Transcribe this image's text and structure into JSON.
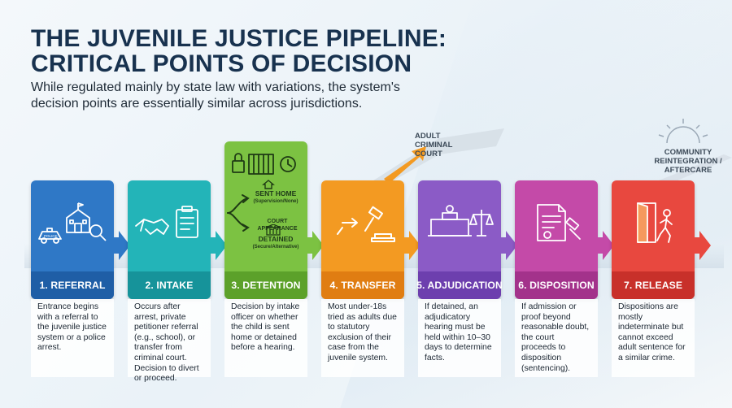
{
  "header": {
    "title_line1": "THE JUVENILE JUSTICE PIPELINE:",
    "title_line2": "CRITICAL POINTS OF DECISION",
    "subtitle": "While regulated mainly by state law with variations, the system's decision points are essentially similar across jurisdictions."
  },
  "branches": {
    "adult_court": "ADULT CRIMINAL COURT",
    "community": "COMMUNITY REINTEGRATION / AFTERCARE"
  },
  "detention_detail": {
    "sent_home": "SENT HOME",
    "sent_home_sub": "(Supervision/None)",
    "court_appearance": "COURT APPEARANCE",
    "detained": "DETAINED",
    "detained_sub": "(Secure/Alternative)"
  },
  "referral_icon_text": "POLICE",
  "stages": [
    {
      "label": "1. REFERRAL",
      "color": "#2f78c6",
      "dark": "#1f5ea6",
      "desc": "Entrance begins with a referral to the juvenile justice system or a police arrest.",
      "icon": "police-car-school-icon"
    },
    {
      "label": "2. INTAKE",
      "color": "#23b4b8",
      "dark": "#16939a",
      "desc": "Occurs after arrest, private petitioner referral (e.g., school), or transfer from criminal court. Decision to divert or proceed.",
      "icon": "handshake-clipboard-icon"
    },
    {
      "label": "3. DETENTION",
      "color": "#7cc242",
      "dark": "#5ca12a",
      "desc": "Decision by intake officer on whether the child is sent home or detained before a hearing.",
      "icon": "lock-bars-clock-icon"
    },
    {
      "label": "4. TRANSFER",
      "color": "#f39a22",
      "dark": "#e07d12",
      "desc": "Most under-18s tried as adults due to statutory exclusion of their case from the juvenile system.",
      "icon": "gavel-arrow-icon"
    },
    {
      "label": "5. ADJUDICATION",
      "color": "#8b5bc6",
      "dark": "#6d3fae",
      "desc": "If detained, an adjudicatory hearing must be held within 10–30 days to determine facts.",
      "icon": "courtroom-scales-icon"
    },
    {
      "label": "6. DISPOSITION",
      "color": "#c44aa8",
      "dark": "#a3328b",
      "desc": "If admission or proof beyond reasonable doubt, the court proceeds to disposition (sentencing).",
      "icon": "document-gavel-icon"
    },
    {
      "label": "7. RELEASE",
      "color": "#e8483f",
      "dark": "#c8302a",
      "desc": "Dispositions are mostly indeterminate but cannot exceed adult sentence for a similar crime.",
      "icon": "door-exit-icon"
    }
  ]
}
